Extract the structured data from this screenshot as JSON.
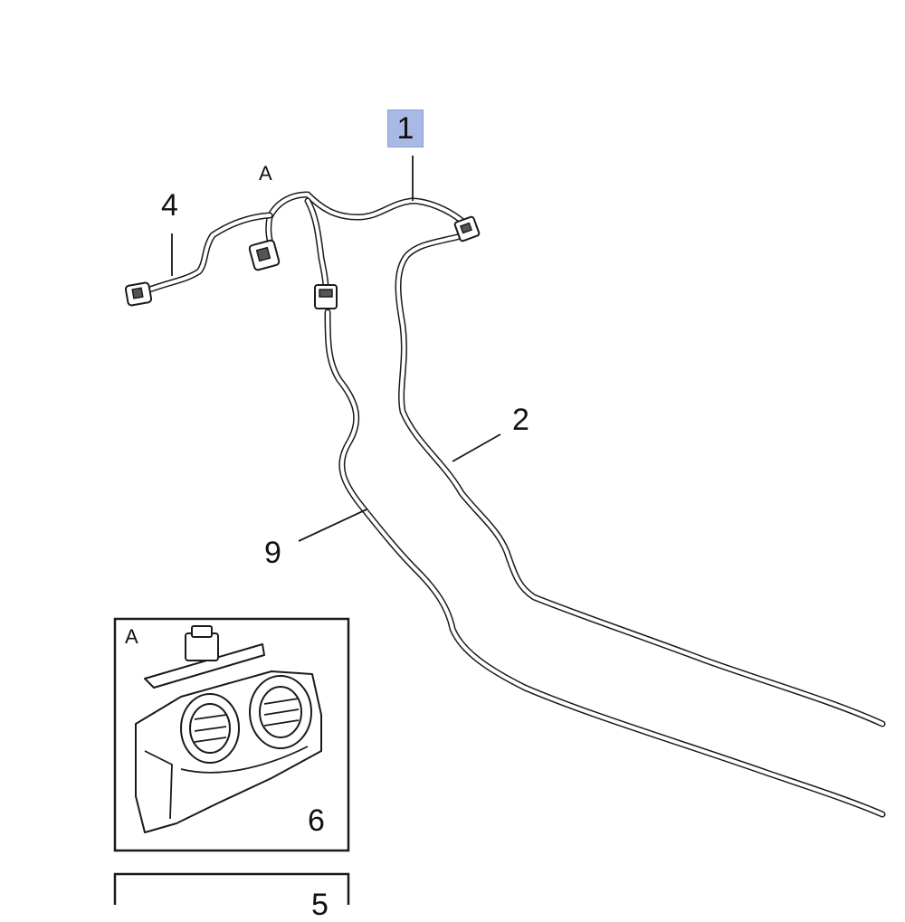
{
  "callouts": {
    "main_assembly": "1",
    "tube_2": "2",
    "harness_4": "4",
    "part_5": "5",
    "part_6": "6",
    "tube_9": "9",
    "view_marker": "A",
    "detail_view_label": "A"
  },
  "colors": {
    "line": "#1a1a1a",
    "badge_fill": "#a9b9e6",
    "background": "#ffffff"
  }
}
